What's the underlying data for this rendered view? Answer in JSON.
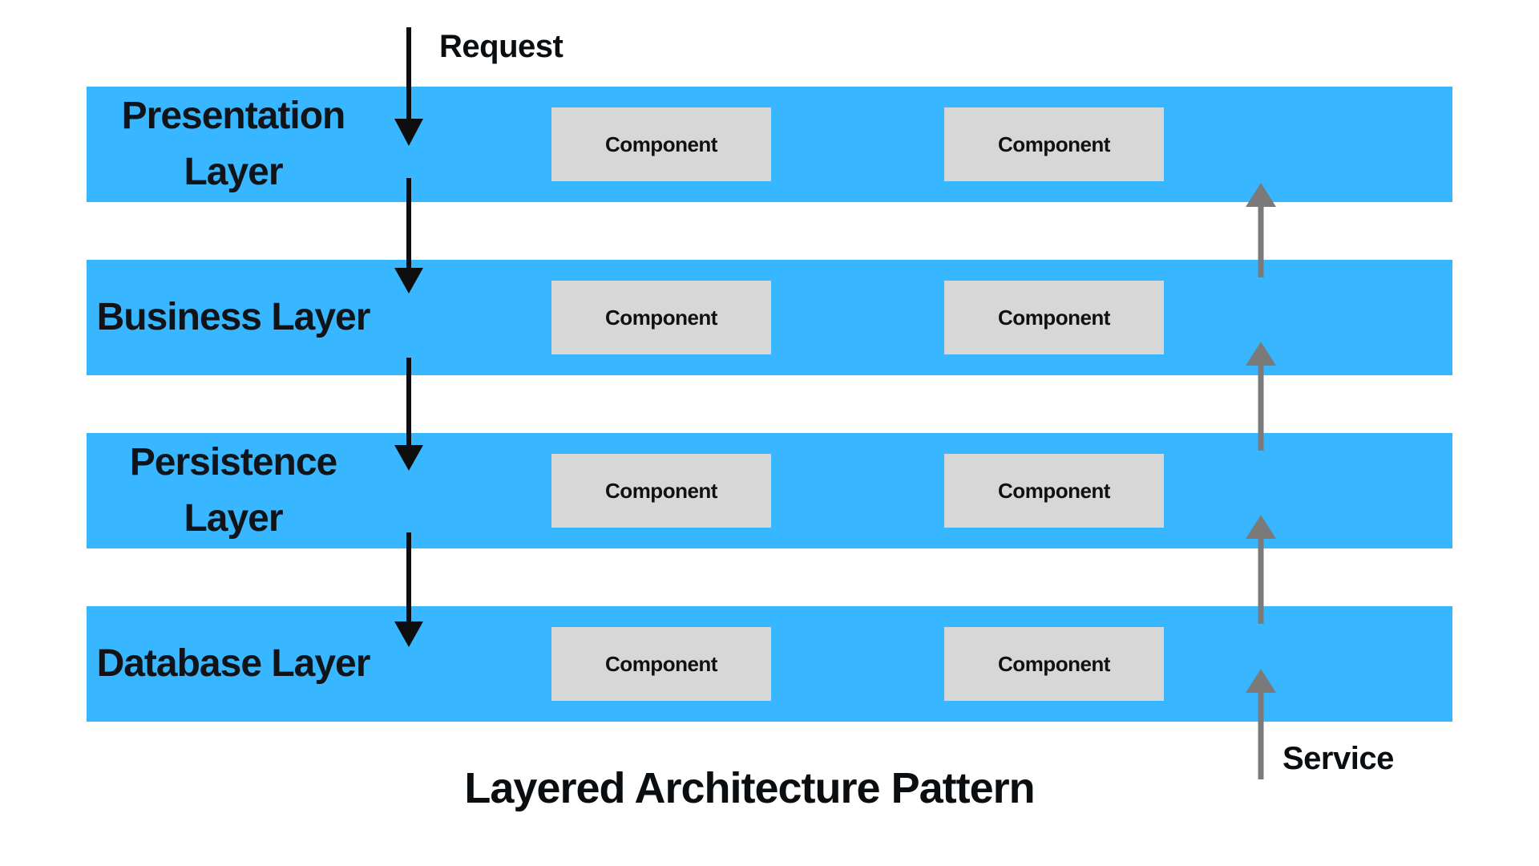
{
  "title": "Layered Architecture Pattern",
  "flow_labels": {
    "request": "Request",
    "service": "Service"
  },
  "flows": {
    "request": {
      "label": "Request",
      "direction": "down",
      "side": "left"
    },
    "service": {
      "label": "Service",
      "direction": "up",
      "side": "right"
    }
  },
  "layers": [
    {
      "name": "Presentation Layer",
      "components": [
        "Component",
        "Component"
      ]
    },
    {
      "name": "Business Layer",
      "components": [
        "Component",
        "Component"
      ]
    },
    {
      "name": "Persistence Layer",
      "components": [
        "Component",
        "Component"
      ]
    },
    {
      "name": "Database Layer",
      "components": [
        "Component",
        "Component"
      ]
    }
  ],
  "icons": {
    "request_arrow": "down-arrow",
    "service_arrow": "up-arrow"
  },
  "colors": {
    "layer_fill": "#38b6ff",
    "component_fill": "#d7d7d7",
    "request_arrow": "#0e0e0e",
    "service_arrow": "#7a7a7a",
    "background": "#ffffff",
    "text": "#101418"
  }
}
